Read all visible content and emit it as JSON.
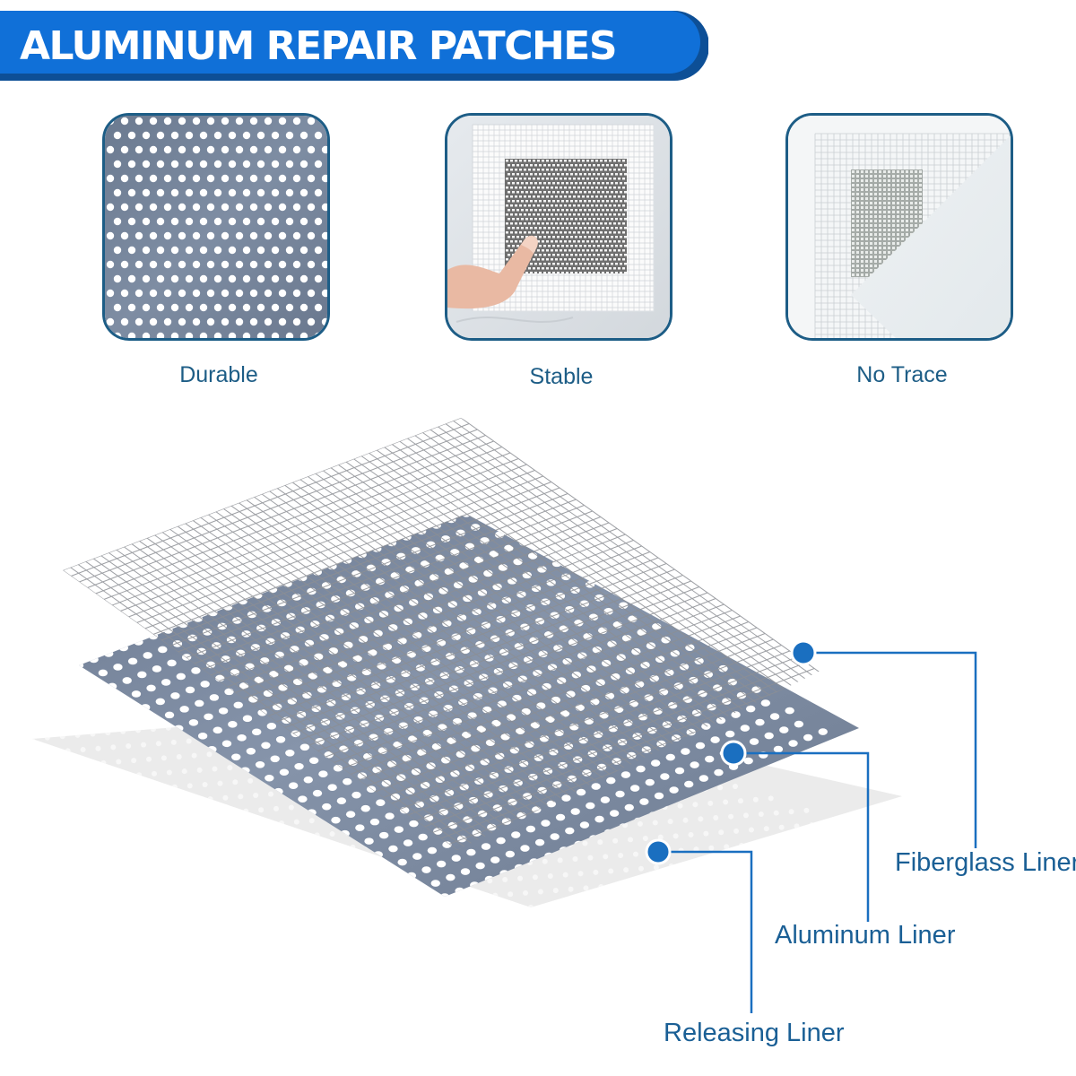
{
  "banner": {
    "title": "ALUMINUM REPAIR PATCHES"
  },
  "features": [
    {
      "label": "Durable"
    },
    {
      "label": "Stable"
    },
    {
      "label": "No Trace"
    }
  ],
  "layers": [
    {
      "label": "Fiberglass Liner"
    },
    {
      "label": "Aluminum Liner"
    },
    {
      "label": "Releasing Liner"
    }
  ],
  "colors": {
    "banner_blue": "#1070d8",
    "tile_border": "#1d5d86",
    "label_text": "#1d5d86",
    "callout_blue": "#1a6fc0",
    "aluminum_gray": "#7d8ca2"
  }
}
